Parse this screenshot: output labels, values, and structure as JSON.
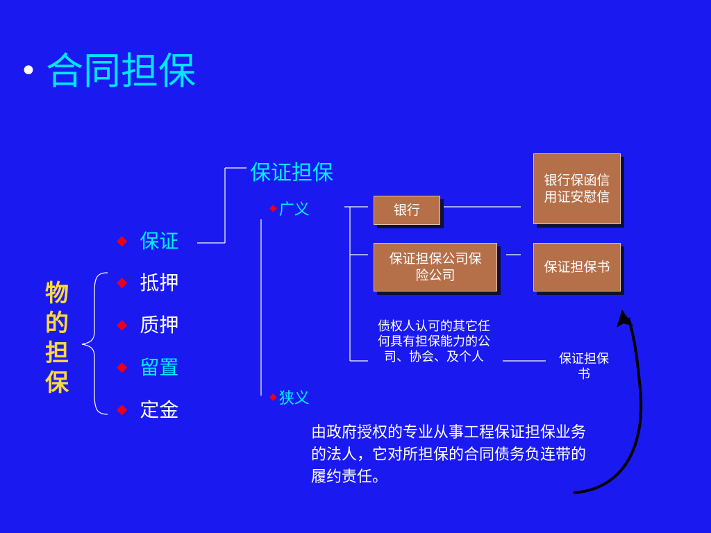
{
  "title": {
    "bullet": "•",
    "text": "合同担保"
  },
  "vertical_label": [
    "物",
    "的",
    "担",
    "保"
  ],
  "list": [
    {
      "label": "保证",
      "color": "#00f0ff"
    },
    {
      "label": "抵押",
      "color": "#ffffff"
    },
    {
      "label": "质押",
      "color": "#ffffff"
    },
    {
      "label": "留置",
      "color": "#00f0ff"
    },
    {
      "label": "定金",
      "color": "#ffffff"
    }
  ],
  "guarantee_header": "保证担保",
  "broad": "广义",
  "narrow": "狭义",
  "boxes": {
    "bank": "银行",
    "bank_letter": "银行保函信用证安慰信",
    "company": "保证担保公司保险公司",
    "company_letter": "保证担保书"
  },
  "other_parties": "债权人认可的其它任何具有担保能力的公司、协会、及个人",
  "other_letter": "保证担保书",
  "description": "由政府授权的专业从事工程保证担保业务的法人，它对所担保的合同债务负连带的履约责任。",
  "colors": {
    "background": "#1a1af0",
    "cyan": "#00f0ff",
    "yellow": "#ffd840",
    "diamond": "#e80020",
    "box": "#b5704a"
  }
}
